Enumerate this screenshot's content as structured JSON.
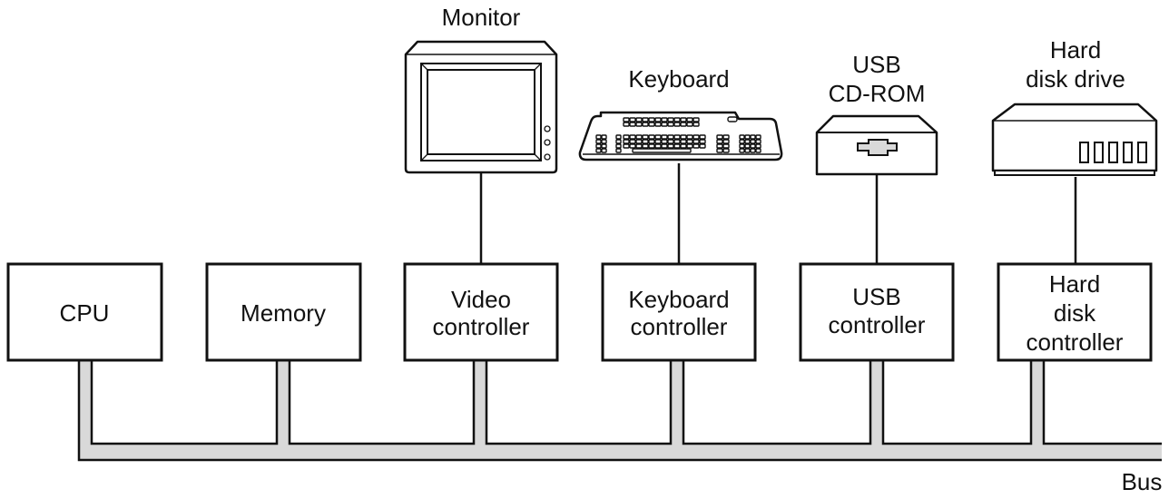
{
  "diagram": {
    "devices": [
      {
        "id": "monitor",
        "label_lines": [
          "Monitor"
        ],
        "icon": "monitor-icon"
      },
      {
        "id": "keyboard",
        "label_lines": [
          "Keyboard"
        ],
        "icon": "keyboard-icon"
      },
      {
        "id": "cdrom",
        "label_lines": [
          "USB",
          "CD-ROM"
        ],
        "icon": "cdrom-drive-icon"
      },
      {
        "id": "harddisk",
        "label_lines": [
          "Hard",
          "disk drive"
        ],
        "icon": "hard-disk-drive-icon"
      }
    ],
    "components": [
      {
        "id": "cpu",
        "label_lines": [
          "CPU"
        ]
      },
      {
        "id": "memory",
        "label_lines": [
          "Memory"
        ]
      },
      {
        "id": "video",
        "label_lines": [
          "Video",
          "controller"
        ],
        "connects_to": "monitor"
      },
      {
        "id": "kbd-ctrl",
        "label_lines": [
          "Keyboard",
          "controller"
        ],
        "connects_to": "keyboard"
      },
      {
        "id": "usb",
        "label_lines": [
          "USB",
          "controller"
        ],
        "connects_to": "cdrom"
      },
      {
        "id": "hd-ctrl",
        "label_lines": [
          "Hard",
          "disk",
          "controller"
        ],
        "connects_to": "harddisk"
      }
    ],
    "bus_label": "Bus",
    "colors": {
      "bus_fill": "#d9d9d9",
      "stroke": "#111111",
      "cd_slot": "#d9d9d9"
    }
  }
}
